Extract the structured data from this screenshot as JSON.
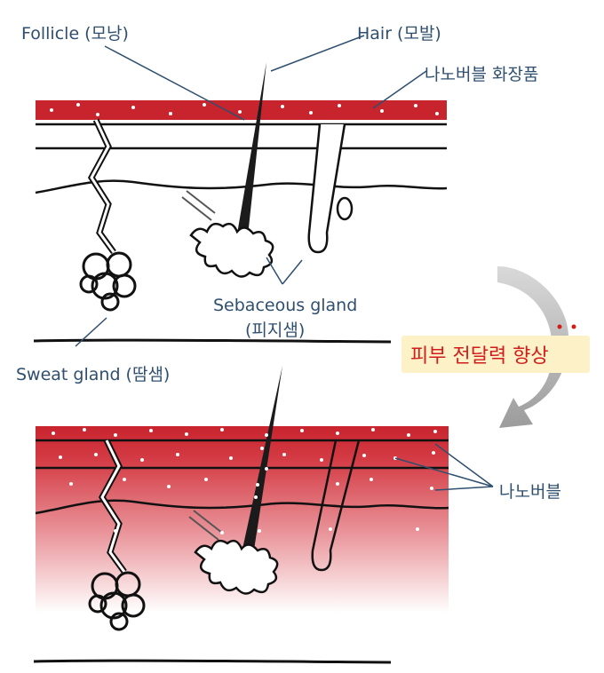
{
  "labels": {
    "follicle": "Follicle (모낭)",
    "hair": "Hair (모발)",
    "nano_cosmetic": "나노버블 화장품",
    "sebaceous_line1": "Sebaceous gland",
    "sebaceous_line2": "(피지샘)",
    "sweat_gland": "Sweat gland (땀샘)",
    "improve_badge": "피부 전달력 향상",
    "nanobubble": "나노버블"
  },
  "colors": {
    "label_text": "#2f4f6f",
    "skin_red": "#c8242e",
    "badge_bg": "#fdf1c8",
    "badge_text": "#d11c1c",
    "arrow_gray": "#b0b0b0"
  }
}
